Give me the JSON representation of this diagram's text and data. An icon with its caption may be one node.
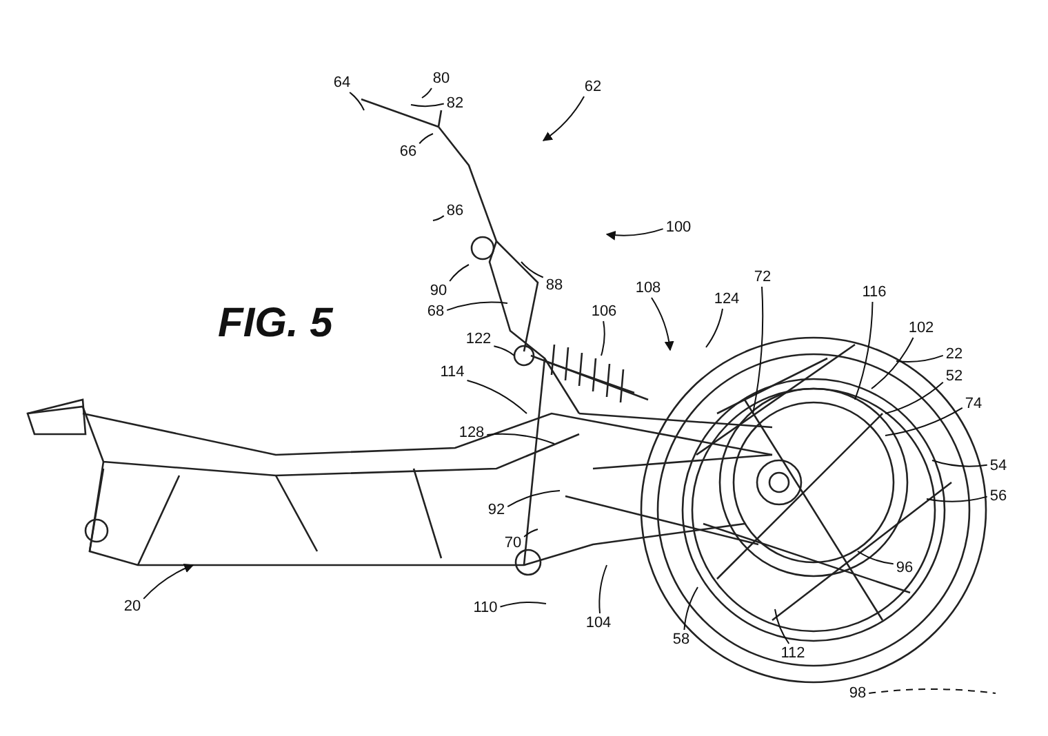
{
  "diagram": {
    "title": "FIG. 5",
    "nodes": [
      {
        "text": [
          "64"
        ]
      },
      {
        "text": [
          "80"
        ]
      },
      {
        "text": [
          "62"
        ]
      },
      {
        "text": [
          "82"
        ]
      },
      {
        "text": [
          "66"
        ]
      },
      {
        "text": [
          "86"
        ]
      },
      {
        "text": [
          "100"
        ]
      },
      {
        "text": [
          "90"
        ]
      },
      {
        "text": [
          "88"
        ]
      },
      {
        "text": [
          "108"
        ]
      },
      {
        "text": [
          "72"
        ]
      },
      {
        "text": [
          "124"
        ]
      },
      {
        "text": [
          "116"
        ]
      },
      {
        "text": [
          "68"
        ]
      },
      {
        "text": [
          "106"
        ]
      },
      {
        "text": [
          "102"
        ]
      },
      {
        "text": [
          "122"
        ]
      },
      {
        "text": [
          "22"
        ]
      },
      {
        "text": [
          "52"
        ]
      },
      {
        "text": [
          "114"
        ]
      },
      {
        "text": [
          "74"
        ]
      },
      {
        "text": [
          "128"
        ]
      },
      {
        "text": [
          "54"
        ]
      },
      {
        "text": [
          "56"
        ]
      },
      {
        "text": [
          "92"
        ]
      },
      {
        "text": [
          "70"
        ]
      },
      {
        "text": [
          "96"
        ]
      },
      {
        "text": [
          "110"
        ]
      },
      {
        "text": [
          "104"
        ]
      },
      {
        "text": [
          "58"
        ]
      },
      {
        "text": [
          "20"
        ]
      },
      {
        "text": [
          "112"
        ]
      },
      {
        "text": [
          "98"
        ]
      }
    ],
    "edges": [
      {
        "from": 0,
        "to": null,
        "arrow": "none"
      },
      {
        "from": 1,
        "to": null,
        "arrow": "none"
      },
      {
        "from": 2,
        "to": null,
        "arrow": "to"
      },
      {
        "from": 3,
        "to": null,
        "arrow": "none"
      },
      {
        "from": 4,
        "to": null,
        "arrow": "none"
      },
      {
        "from": 5,
        "to": null,
        "arrow": "none"
      },
      {
        "from": 6,
        "to": null,
        "arrow": "to"
      },
      {
        "from": 7,
        "to": null,
        "arrow": "none"
      },
      {
        "from": 8,
        "to": null,
        "arrow": "none"
      },
      {
        "from": 9,
        "to": null,
        "arrow": "to"
      },
      {
        "from": 10,
        "to": null,
        "arrow": "none"
      },
      {
        "from": 11,
        "to": null,
        "arrow": "none"
      },
      {
        "from": 12,
        "to": null,
        "arrow": "none"
      },
      {
        "from": 13,
        "to": null,
        "arrow": "none"
      },
      {
        "from": 14,
        "to": null,
        "arrow": "none"
      },
      {
        "from": 15,
        "to": null,
        "arrow": "none"
      },
      {
        "from": 16,
        "to": null,
        "arrow": "none"
      },
      {
        "from": 17,
        "to": null,
        "arrow": "none"
      },
      {
        "from": 18,
        "to": null,
        "arrow": "none"
      },
      {
        "from": 19,
        "to": null,
        "arrow": "none"
      },
      {
        "from": 20,
        "to": null,
        "arrow": "none"
      },
      {
        "from": 21,
        "to": null,
        "arrow": "none"
      },
      {
        "from": 22,
        "to": null,
        "arrow": "none"
      },
      {
        "from": 23,
        "to": null,
        "arrow": "none"
      },
      {
        "from": 24,
        "to": null,
        "arrow": "none"
      },
      {
        "from": 25,
        "to": null,
        "arrow": "none"
      },
      {
        "from": 26,
        "to": null,
        "arrow": "none"
      },
      {
        "from": 27,
        "to": null,
        "arrow": "none"
      },
      {
        "from": 28,
        "to": null,
        "arrow": "none"
      },
      {
        "from": 29,
        "to": null,
        "arrow": "none"
      },
      {
        "from": 30,
        "to": null,
        "arrow": "to"
      },
      {
        "from": 31,
        "to": null,
        "arrow": "none"
      },
      {
        "from": 32,
        "to": null,
        "arrow": "none",
        "style": "dashed"
      }
    ]
  }
}
